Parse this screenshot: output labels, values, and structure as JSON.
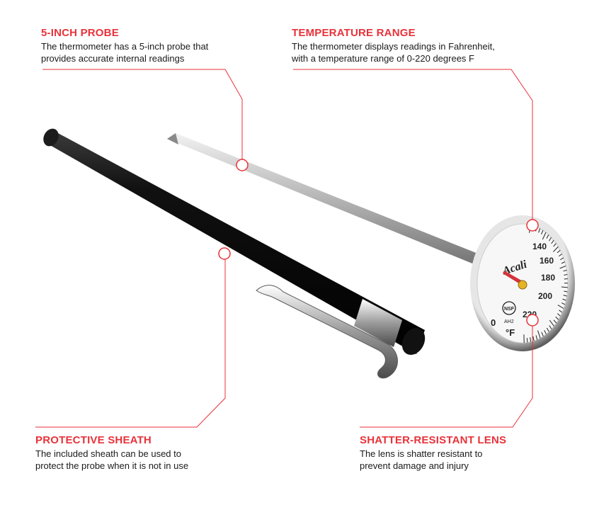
{
  "callouts": {
    "probe": {
      "title": "5-INCH PROBE",
      "text_line1": "The thermometer has a 5-inch probe that",
      "text_line2": "provides accurate internal readings"
    },
    "range": {
      "title": "TEMPERATURE RANGE",
      "text_line1": "The thermometer displays readings in Fahrenheit,",
      "text_line2": "with a temperature range of 0-220 degrees F"
    },
    "sheath": {
      "title": "PROTECTIVE SHEATH",
      "text_line1": "The included sheath can be used to",
      "text_line2": "protect the probe when it is not in use"
    },
    "lens": {
      "title": "SHATTER-RESISTANT LENS",
      "text_line1": "The lens is shatter resistant to",
      "text_line2": "prevent damage and injury"
    }
  },
  "dial": {
    "brand": "Acali",
    "scale_labels": [
      "140",
      "160",
      "180",
      "200",
      "220"
    ],
    "zero_label": "0",
    "unit": "°F",
    "cert_mark": "NSF",
    "model": "AH2"
  },
  "colors": {
    "accent": "#e8323a",
    "text": "#1a1a1a",
    "sheath": "#0d0d0d",
    "steel": "#c9c9c9"
  }
}
